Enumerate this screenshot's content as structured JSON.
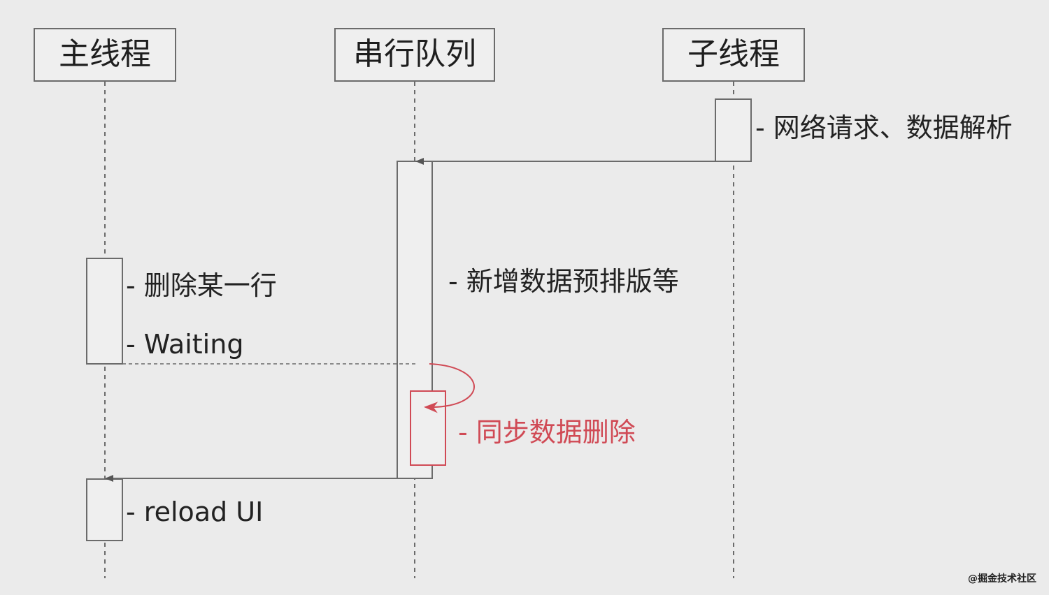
{
  "participants": [
    {
      "id": "main",
      "label": "主线程"
    },
    {
      "id": "serial",
      "label": "串行队列"
    },
    {
      "id": "sub",
      "label": "子线程"
    }
  ],
  "notes": {
    "network": "- 网络请求、数据解析",
    "preprocess": "- 新增数据预排版等",
    "delete_row": "- 删除某一行",
    "waiting": "- Waiting",
    "sync_delete": "- 同步数据删除",
    "reload": "- reload UI"
  },
  "watermark": "@掘金技术社区",
  "colors": {
    "line": "#6b6b6b",
    "box_border": "#6b6b6b",
    "box_fill": "#efefef",
    "accent_red": "#d04a55",
    "background": "#ebebeb"
  }
}
